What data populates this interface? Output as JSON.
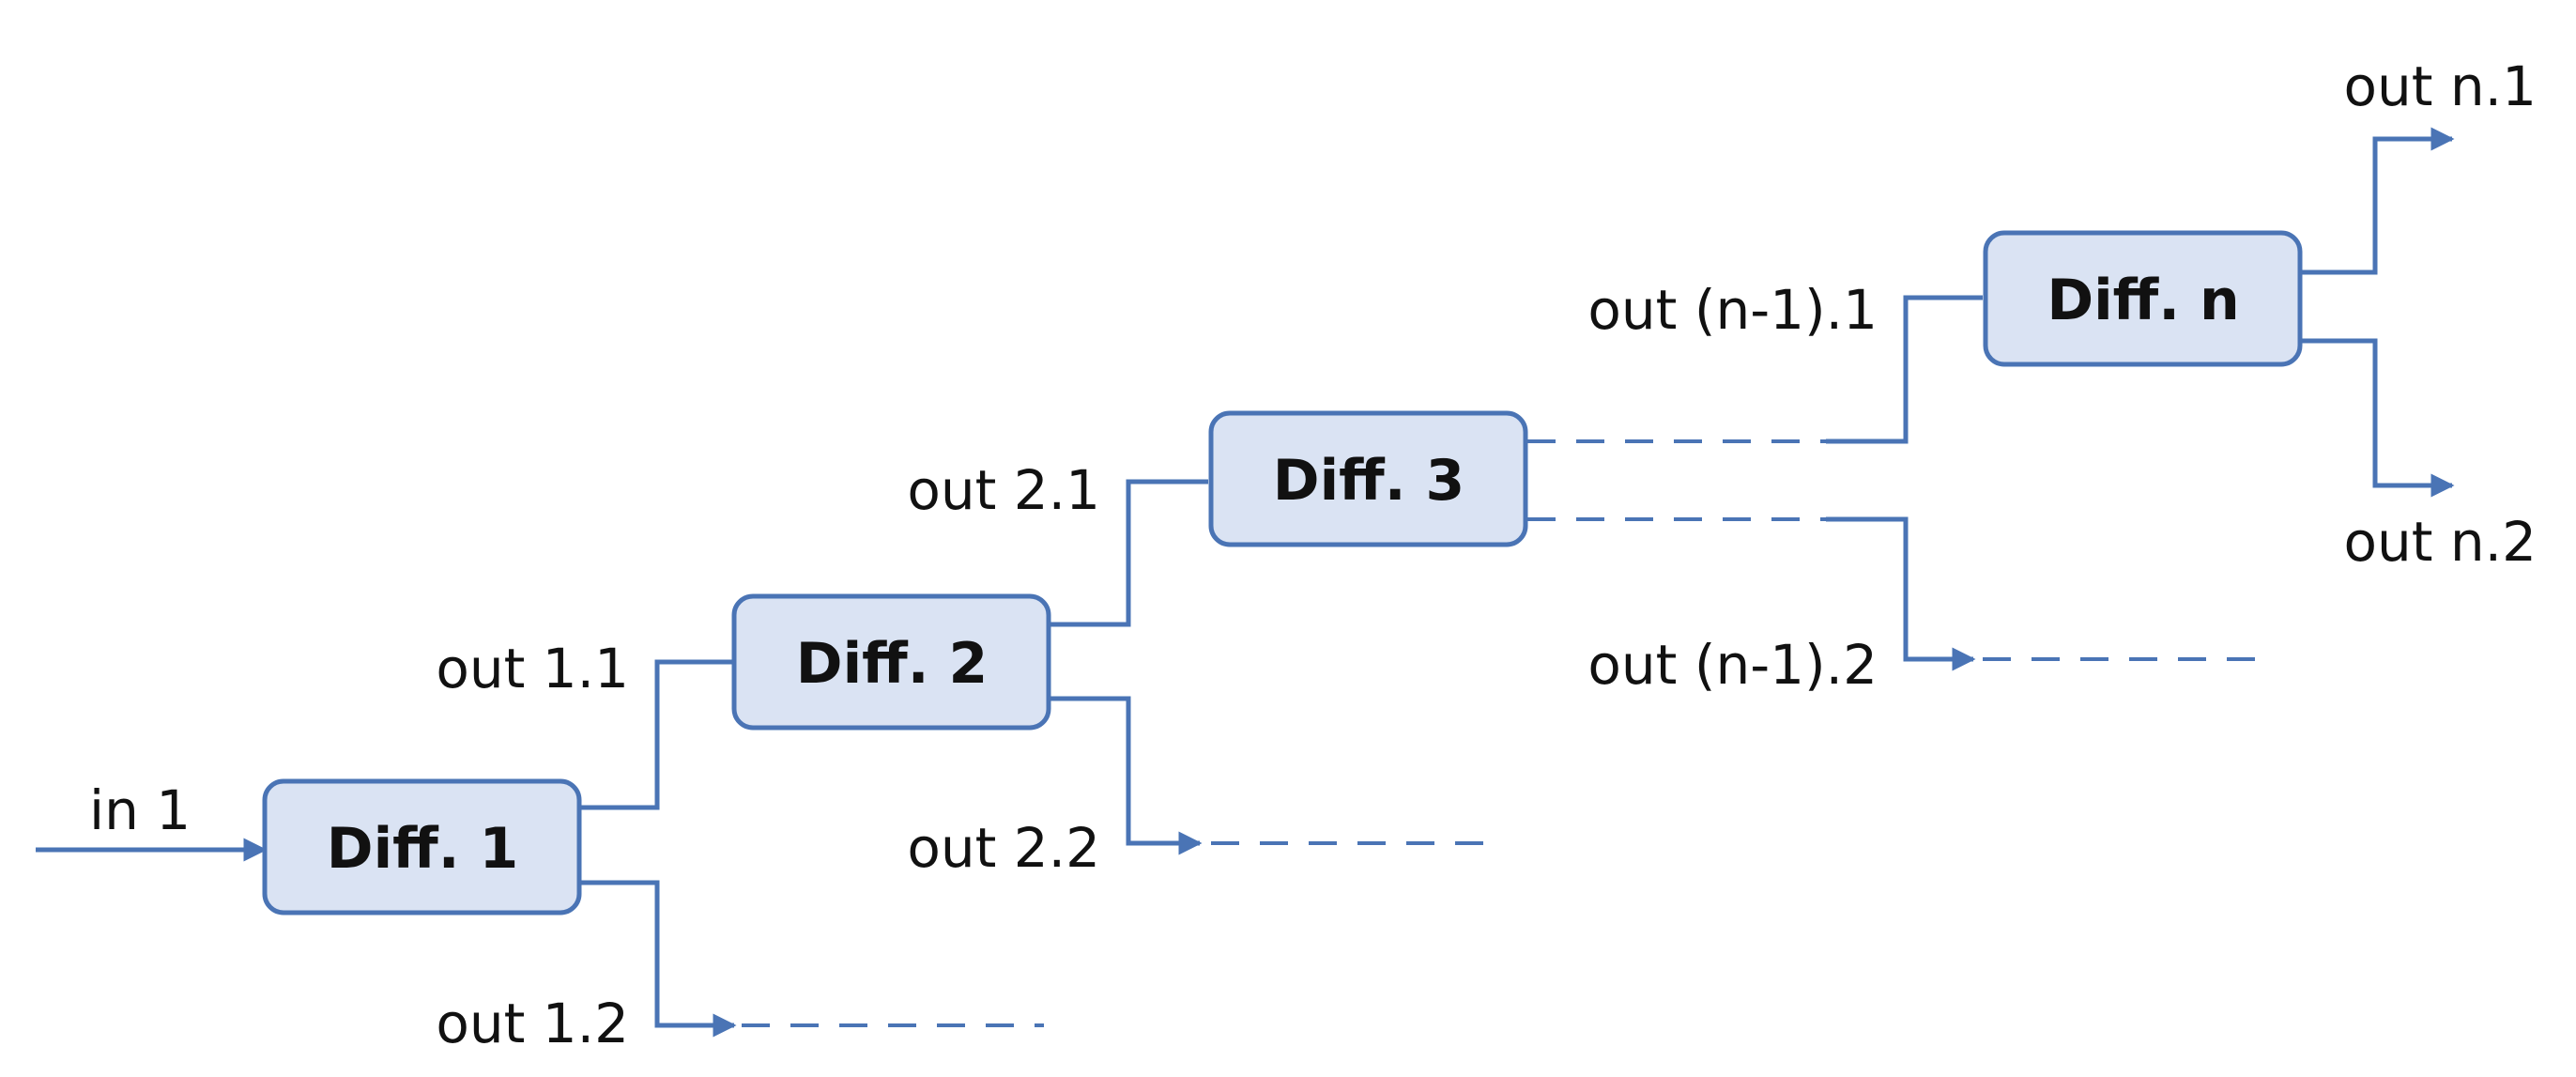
{
  "diagram": {
    "boxes": [
      {
        "id": "diff1",
        "label": "Diff. 1"
      },
      {
        "id": "diff2",
        "label": "Diff. 2"
      },
      {
        "id": "diff3",
        "label": "Diff. 3"
      },
      {
        "id": "diffn",
        "label": "Diff. n"
      }
    ],
    "labels": {
      "in1": "in 1",
      "out11": "out 1.1",
      "out12": "out 1.2",
      "out21": "out 2.1",
      "out22": "out 2.2",
      "outn1_1": "out (n-1).1",
      "outn1_2": "out (n-1).2",
      "outn1": "out n.1",
      "outn2": "out n.2"
    },
    "colors": {
      "box_fill": "#dae3f3",
      "line": "#4a74b5"
    }
  }
}
